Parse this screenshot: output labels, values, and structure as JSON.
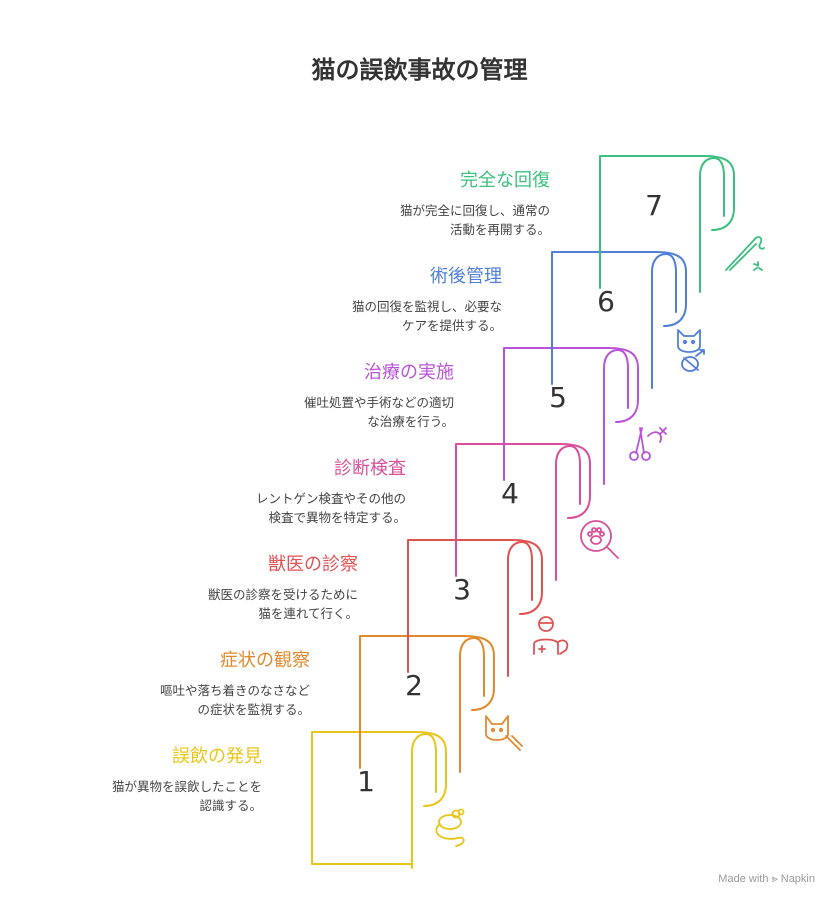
{
  "title": "猫の誤飲事故の管理",
  "steps": [
    {
      "number": "1",
      "title": "誤飲の発見",
      "desc1": "猫が異物を誤飲したことを",
      "desc2": "認識する。",
      "color": "#e8c619",
      "icon": "mouse-toy-icon"
    },
    {
      "number": "2",
      "title": "症状の観察",
      "desc1": "嘔吐や落ち着きのなさなど",
      "desc2": "の症状を監視する。",
      "color": "#e08a2e",
      "icon": "cat-icon"
    },
    {
      "number": "3",
      "title": "獣医の診察",
      "desc1": "獣医の診察を受けるために",
      "desc2": "猫を連れて行く。",
      "color": "#e05252",
      "icon": "veterinarian-icon"
    },
    {
      "number": "4",
      "title": "診断検査",
      "desc1": "レントゲン検査やその他の",
      "desc2": "検査で異物を特定する。",
      "color": "#d94f9a",
      "icon": "paw-search-icon"
    },
    {
      "number": "5",
      "title": "治療の実施",
      "desc1": "催吐処置や手術などの適切",
      "desc2": "な治療を行う。",
      "color": "#b954d8",
      "icon": "surgery-scissors-icon"
    },
    {
      "number": "6",
      "title": "術後管理",
      "desc1": "猫の回復を監視し、必要な",
      "desc2": "ケアを提供する。",
      "color": "#4f7fd6",
      "icon": "cat-care-icon"
    },
    {
      "number": "7",
      "title": "完全な回復",
      "desc1": "猫が完全に回復し、通常の",
      "desc2": "活動を再開する。",
      "color": "#3cbf7f",
      "icon": "wand-toy-icon"
    }
  ],
  "footer": "Made with ⪢ Napkin"
}
